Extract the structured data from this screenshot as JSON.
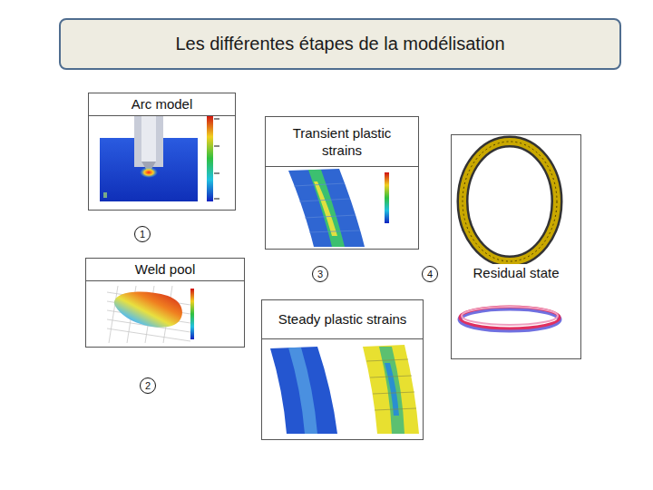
{
  "diagram": {
    "title": "Les différentes étapes de la modélisation",
    "nodes": [
      {
        "text": [
          "Arc model"
        ]
      },
      {
        "text": [
          "Transient plastic strains"
        ]
      },
      {
        "text": [
          "Residual state"
        ]
      },
      {
        "text": [
          "Weld pool"
        ]
      },
      {
        "text": [
          "Steady plastic strains"
        ]
      }
    ],
    "edges": [
      {
        "from": 0,
        "to": 3,
        "arrow": "to"
      },
      {
        "from": 3,
        "to": 4,
        "arrow": "to"
      },
      {
        "from": 3,
        "to": 1,
        "arrow": "to"
      },
      {
        "from": 4,
        "to": 1,
        "arrow": "to"
      },
      {
        "from": 1,
        "to": 2,
        "arrow": "to"
      },
      {
        "from": 4,
        "to": 2,
        "arrow": "to"
      }
    ],
    "labels": [
      "1",
      "2",
      "3",
      "4"
    ]
  }
}
